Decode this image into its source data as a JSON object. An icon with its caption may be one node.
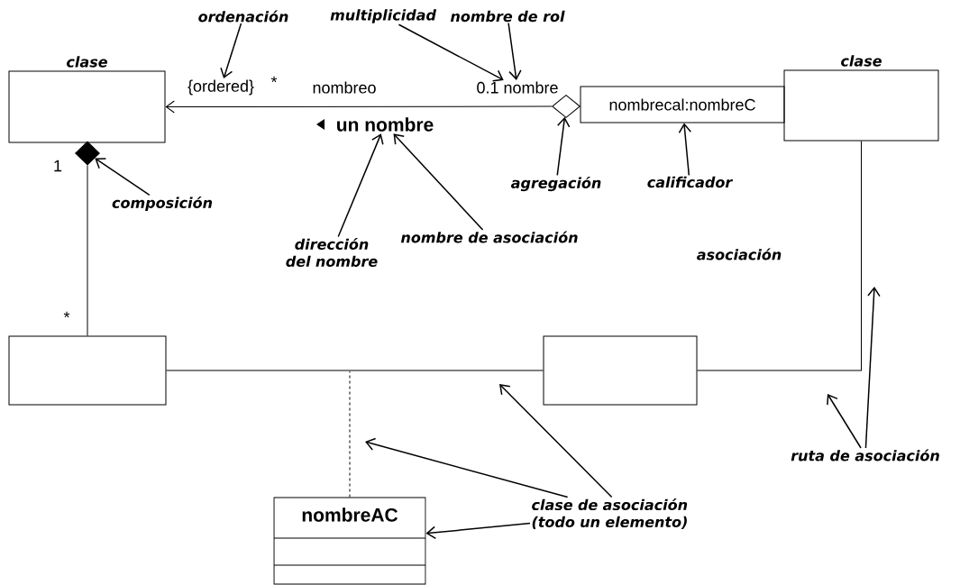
{
  "diagram": {
    "nodes": [
      {
        "text": [
          "clase"
        ]
      },
      {
        "text": [],
        "shape": "diamond"
      },
      {
        "text": [],
        "shape": "diamond"
      },
      {
        "text": [
          "nombrecal:nombreC"
        ]
      },
      {
        "text": [
          "clase"
        ]
      },
      {
        "text": [],
        "shape": "box"
      },
      {
        "text": [],
        "shape": "box"
      },
      {
        "text": [
          "nombreAC"
        ]
      },
      {
        "text": [
          "ordenación"
        ]
      },
      {
        "text": [
          "multiplicidad"
        ]
      },
      {
        "text": [
          "nombre de rol"
        ]
      },
      {
        "text": [
          "composición"
        ]
      },
      {
        "text": [
          "dirección del nombre"
        ]
      },
      {
        "text": [
          "nombre de asociación"
        ]
      },
      {
        "text": [
          "agregación"
        ]
      },
      {
        "text": [
          "calificador"
        ]
      },
      {
        "text": [
          "ruta de asociación"
        ]
      },
      {
        "text": [
          "clase de asociación (todo un elemento)"
        ]
      },
      {
        "text": [
          "{ordered}"
        ]
      },
      {
        "text": [
          "0.1 nombre"
        ]
      },
      {
        "text": [
          "un nombre"
        ]
      }
    ],
    "edges": [
      {
        "from": 2,
        "to": 0,
        "arrow": "to"
      },
      {
        "from": 1,
        "to": 5,
        "arrow": "none"
      },
      {
        "from": 5,
        "to": 6,
        "arrow": "none"
      },
      {
        "from": 6,
        "to": 4,
        "arrow": "none"
      },
      {
        "from": 7,
        "to": null,
        "arrow": "none",
        "style": "dashed"
      },
      {
        "from": 8,
        "to": 18,
        "arrow": "to"
      },
      {
        "from": 9,
        "to": 19,
        "arrow": "to"
      },
      {
        "from": 10,
        "to": 19,
        "arrow": "to"
      },
      {
        "from": 11,
        "to": 1,
        "arrow": "to"
      },
      {
        "from": 12,
        "to": 20,
        "arrow": "to"
      },
      {
        "from": 13,
        "to": 20,
        "arrow": "to"
      },
      {
        "from": 14,
        "to": 2,
        "arrow": "to"
      },
      {
        "from": 15,
        "to": 3,
        "arrow": "to"
      },
      {
        "from": 16,
        "to": null,
        "arrow": "to"
      },
      {
        "from": 16,
        "to": null,
        "arrow": "to"
      },
      {
        "from": 17,
        "to": null,
        "arrow": "to"
      },
      {
        "from": 17,
        "to": null,
        "arrow": "to"
      },
      {
        "from": 17,
        "to": 7,
        "arrow": "to"
      }
    ],
    "labels": [
      "*",
      "nombreo",
      "1",
      "*",
      "asociación"
    ]
  }
}
